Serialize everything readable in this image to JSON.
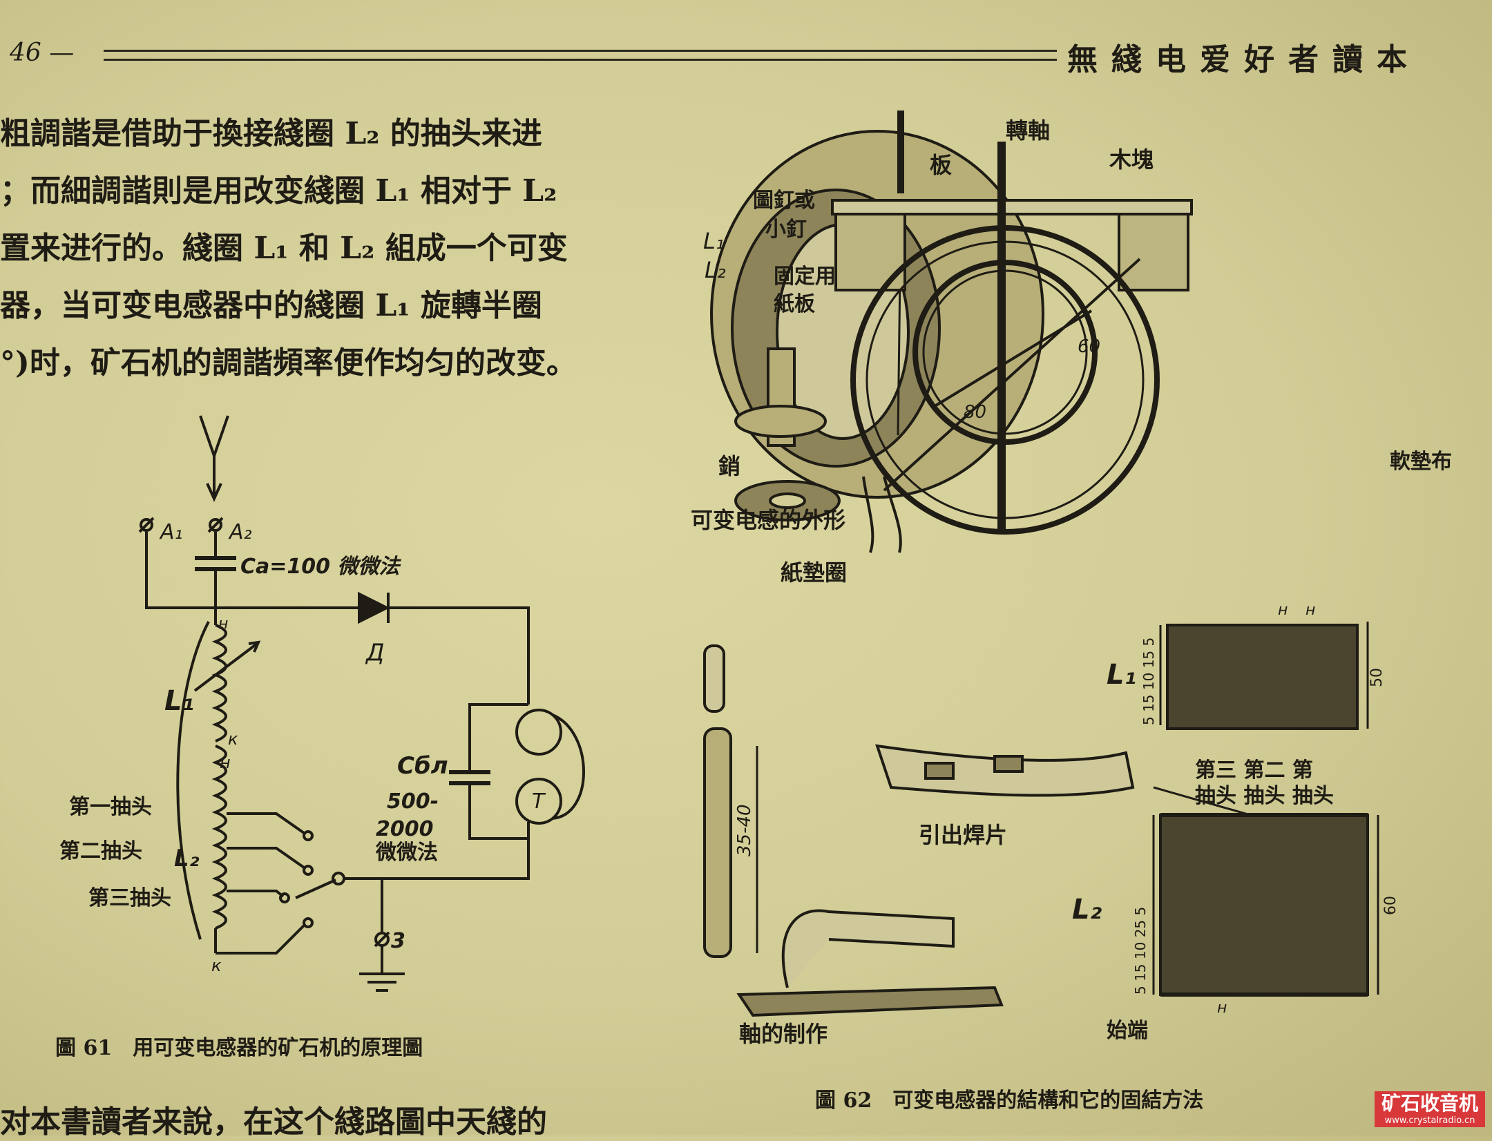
{
  "header": {
    "page_number": "46 —",
    "book_title": "無綫电爱好者讀本"
  },
  "body_paragraph": [
    "粗調諧是借助于換接綫圈 L₂ 的抽头来进",
    "；而細調諧則是用改变綫圈 L₁ 相对于 L₂",
    "置来进行的。綫圈 L₁ 和 L₂ 組成一个可变",
    "器，当可变电感器中的綫圈 L₁ 旋轉半圈",
    "°)时，矿石机的調諧頻率便作均匀的改变。"
  ],
  "final_paragraph": "对本書讀者来說，在这个綫路圖中天綫的",
  "figure61": {
    "caption": "圖 61　用可变电感器的矿石机的原理圖",
    "labels": {
      "a1": "A₁",
      "a2": "A₂",
      "cap_ca": "Cа=100 微微法",
      "diode": "Д",
      "h_top": "н",
      "l1": "L₁",
      "k1": "к",
      "h2": "н",
      "tap1": "第一抽头",
      "tap2": "第二抽头",
      "tap3": "第三抽头",
      "l2": "L₂",
      "k2": "к",
      "cbl": "Cбл",
      "cbl_range1": "500-",
      "cbl_range2": "2000",
      "cbl_unit": "微微法",
      "phones": "T",
      "ground": "3"
    }
  },
  "figure62": {
    "caption": "圖 62　可变电感器的結構和它的固結方法",
    "labels": {
      "exterior": "可变电感的外形",
      "l1": "L₁",
      "l2": "L₂",
      "board": "板",
      "shaft": "轉軸",
      "wood": "木塊",
      "nail": "圖釘或",
      "nail2": "小釘",
      "fix1": "固定用",
      "fix2": "紙板",
      "pin": "銷",
      "washer": "紙墊圈",
      "felt": "軟墊布",
      "dim80": "80",
      "dim60": "60",
      "shaft_make": "軸的制作",
      "dim3540": "35-40",
      "solder": "引出焊片",
      "l1_coil": "L₁",
      "l2_coil": "L₂",
      "taps": "第三 第二 第",
      "taps2": "抽头 抽头 抽头",
      "start": "始端",
      "h_a": "н",
      "h_b": "н",
      "h_c": "н",
      "dims_l1": "5 15 10 15 5",
      "dim_l1_len": "50",
      "dims_l2": "5 15 10 25 5",
      "dim_l2_len": "60"
    }
  },
  "watermark": {
    "text": "矿石收音机",
    "url": "www.crystalradio.cn"
  }
}
